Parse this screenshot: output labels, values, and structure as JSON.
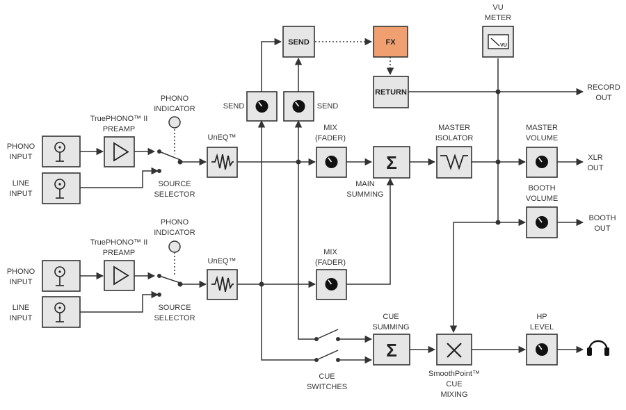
{
  "colors": {
    "fx_box": "#f0a070",
    "block": "#e6e6e6",
    "line": "#333333"
  },
  "channel1": {
    "phono_input": [
      "PHONO",
      "INPUT"
    ],
    "line_input": [
      "LINE",
      "INPUT"
    ],
    "preamp": [
      "TruePHONO™ II",
      "PREAMP"
    ],
    "indicator": [
      "PHONO",
      "INDICATOR"
    ],
    "selector": [
      "SOURCE",
      "SELECTOR"
    ],
    "uneq": "UnEQ™",
    "mix": [
      "MIX",
      "(FADER)"
    ],
    "send_label": "SEND"
  },
  "channel2": {
    "phono_input": [
      "PHONO",
      "INPUT"
    ],
    "line_input": [
      "LINE",
      "INPUT"
    ],
    "preamp": [
      "TruePHONO™ II",
      "PREAMP"
    ],
    "indicator": [
      "PHONO",
      "INDICATOR"
    ],
    "selector": [
      "SOURCE",
      "SELECTOR"
    ],
    "uneq": "UnEQ™",
    "mix": [
      "MIX",
      "(FADER)"
    ],
    "send_label": "SEND"
  },
  "fx_loop": {
    "send": "SEND",
    "fx": "FX",
    "return": "RETURN"
  },
  "main_summing": [
    "MAIN",
    "SUMMING"
  ],
  "master_isolator": [
    "MASTER",
    "ISOLATOR"
  ],
  "vu_meter": [
    "VU",
    "METER"
  ],
  "vu_icon_text": "VU",
  "master_volume": [
    "MASTER",
    "VOLUME"
  ],
  "booth_volume": [
    "BOOTH",
    "VOLUME"
  ],
  "outputs": {
    "record": [
      "RECORD",
      "OUT"
    ],
    "xlr": [
      "XLR",
      "OUT"
    ],
    "booth": [
      "BOOTH",
      "OUT"
    ]
  },
  "cue_summing": [
    "CUE",
    "SUMMING"
  ],
  "cue_switches": [
    "CUE",
    "SWITCHES"
  ],
  "cue_mixing": [
    "SmoothPoint™",
    "CUE",
    "MIXING"
  ],
  "hp_level": [
    "HP",
    "LEVEL"
  ]
}
